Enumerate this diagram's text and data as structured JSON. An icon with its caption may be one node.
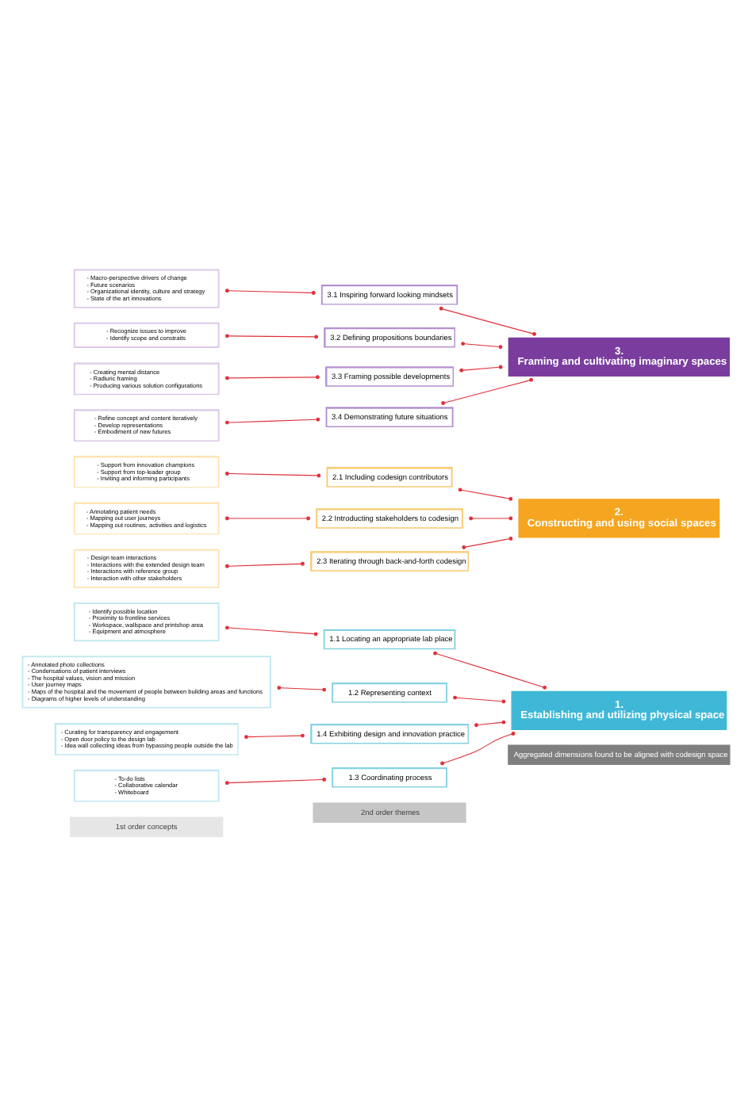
{
  "diagram": {
    "nodes": [
      {
        "text": [
          "1st order concepts"
        ]
      },
      {
        "text": [
          "2nd order themes"
        ]
      },
      {
        "text": [
          "Aggregated dimensions found to be aligned with codesign space"
        ]
      },
      {
        "text": [
          "- Identify possible location",
          "- Proximity to frontline services",
          "- Workspace, wallspace and printshop area",
          "- Equipment and atmosphere"
        ]
      },
      {
        "text": [
          "1.1 Locating an appropriate lab place"
        ]
      },
      {
        "text": [
          "- Annotated photo collections",
          "- Condensations of patient interviews",
          "- The hospital values, vision and mission",
          "- User journey maps",
          "- Maps of the hospital and the movement of people between building areas and functions",
          "- Diagrams of higher levels of understanding"
        ]
      },
      {
        "text": [
          "1.2 Representing context"
        ]
      },
      {
        "text": [
          "- To-do lists",
          "- Collaborative calendar",
          "- Whiteboard"
        ]
      },
      {
        "text": [
          "1.3 Coordinating process"
        ]
      },
      {
        "text": [
          "- Curating for transparency and engagement",
          "- Open door policy to the design lab",
          "- Idea wall collecting ideas from bypassing people outside the lab"
        ]
      },
      {
        "text": [
          "1.4 Exhibiting design and innovation practice"
        ]
      },
      {
        "text": [
          "1.",
          "Establishing and utilizing physical space"
        ]
      },
      {
        "text": [
          "- Support from innovation champions",
          "- Support from top-leader group",
          "- Inviting and informing participants"
        ]
      },
      {
        "text": [
          "2.1 Including codesign contributors"
        ]
      },
      {
        "text": [
          "- Annotating patient needs",
          "- Mapping out user journeys",
          "- Mapping out routines, activities and logistics"
        ]
      },
      {
        "text": [
          "2.2 Introducting stakeholders to codesign"
        ]
      },
      {
        "text": [
          "- Design team interactions",
          "- Interactions with the extended design team",
          "- Interactions with reference group",
          "- Interaction with other stakeholders"
        ]
      },
      {
        "text": [
          "2.3 Iterating through back-and-forth codesign"
        ]
      },
      {
        "text": [
          "2.",
          "Constructing and using social spaces"
        ]
      },
      {
        "text": [
          "- Macro-perspective drivers of change",
          "- Future scenarios",
          "- Organizational identity, culture and strategy",
          "- State of the art innovations"
        ]
      },
      {
        "text": [
          "3.1 Inspiring forward looking mindsets"
        ]
      },
      {
        "text": [
          "- Recognize issues to improve",
          "- Identify scope and constraits"
        ]
      },
      {
        "text": [
          "3.2 Defining propositions boundaries"
        ]
      },
      {
        "text": [
          "- Creating mental distance",
          "- Radiuric framing",
          "- Producing various solution configurations"
        ]
      },
      {
        "text": [
          "3.3 Framing possible developments"
        ]
      },
      {
        "text": [
          "- Refine concept and content iteratively",
          "- Develop representations",
          "- Embodiment of new futures"
        ]
      },
      {
        "text": [
          "3.4 Demonstrating future situations"
        ]
      },
      {
        "text": [
          "3.",
          "Framing and cultivating imaginary spaces"
        ]
      }
    ],
    "edges": [
      {
        "from": 3,
        "to": 4,
        "arrow": "other"
      },
      {
        "from": 5,
        "to": 6,
        "arrow": "other"
      },
      {
        "from": 7,
        "to": 8,
        "arrow": "other"
      },
      {
        "from": 9,
        "to": 10,
        "arrow": "other"
      },
      {
        "from": 4,
        "to": 11,
        "arrow": "other"
      },
      {
        "from": 6,
        "to": 11,
        "arrow": "other"
      },
      {
        "from": 11,
        "to": 8,
        "arrow": "other"
      },
      {
        "from": 10,
        "to": 11,
        "arrow": "other"
      },
      {
        "from": 12,
        "to": 13,
        "arrow": "other"
      },
      {
        "from": 14,
        "to": 15,
        "arrow": "other"
      },
      {
        "from": 16,
        "to": 17,
        "arrow": "other"
      },
      {
        "from": 13,
        "to": 18,
        "arrow": "other"
      },
      {
        "from": 15,
        "to": 18,
        "arrow": "other"
      },
      {
        "from": 17,
        "to": 18,
        "arrow": "other"
      },
      {
        "from": 19,
        "to": 20,
        "arrow": "other"
      },
      {
        "from": 21,
        "to": 22,
        "arrow": "other"
      },
      {
        "from": 23,
        "to": 24,
        "arrow": "other"
      },
      {
        "from": 25,
        "to": 26,
        "arrow": "other"
      },
      {
        "from": 20,
        "to": 27,
        "arrow": "other"
      },
      {
        "from": 22,
        "to": 27,
        "arrow": "other"
      },
      {
        "from": 24,
        "to": 27,
        "arrow": "other"
      },
      {
        "from": 26,
        "to": 27,
        "arrow": "other"
      }
    ]
  }
}
